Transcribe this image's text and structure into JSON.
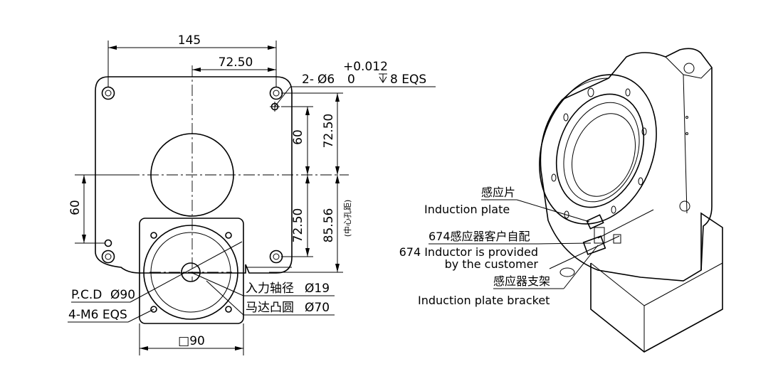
{
  "front_view": {
    "dim_width": "145",
    "dim_half_width": "72.50",
    "tolerance_upper": "+0.012",
    "tolerance_lower": "0",
    "pin_hole_prefix": "2-",
    "pin_hole_dia": "Ø6",
    "pin_hole_depth": "8 EQS",
    "dim_60_vert_right": "60",
    "dim_72_50_right": "72.50",
    "dim_60_left": "60",
    "dim_72_50_lower": "72.50",
    "dim_85_56": "85.56",
    "center_hole_distance_cn": "中心孔距",
    "pcd_label": "P.C.D",
    "pcd_value": "Ø90",
    "bolt_label": "4-M6 EQS",
    "input_shaft_cn": "入力轴径",
    "input_shaft_dia": "Ø19",
    "motor_boss_cn": "马达凸圆",
    "motor_boss_dia": "Ø70",
    "flange_square": "□90"
  },
  "iso_view": {
    "plate_cn": "感应片",
    "plate_en": "Induction plate",
    "inductor_cn": "674感应器客户自配",
    "inductor_en_1": "674 Inductor is provided",
    "inductor_en_2": "by the customer",
    "bracket_cn": "感应器支架",
    "bracket_en": "Induction plate bracket"
  }
}
